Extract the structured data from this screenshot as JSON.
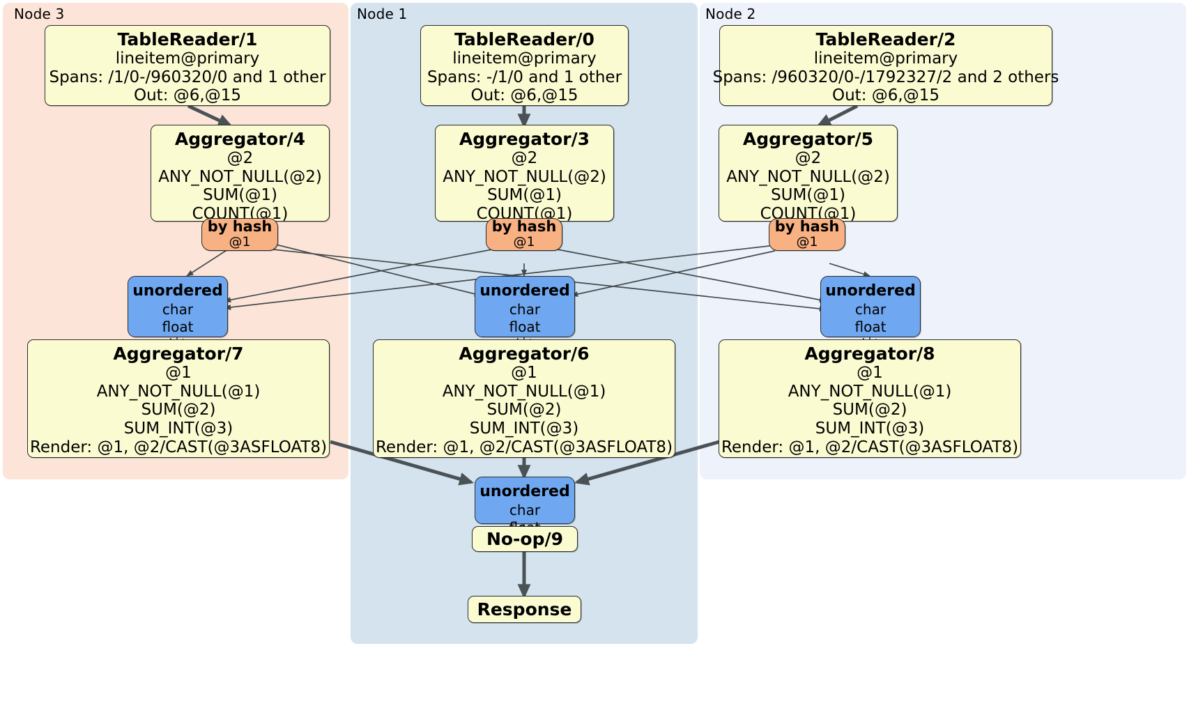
{
  "diagram": {
    "type": "distributed-query-plan",
    "colors": {
      "node3_panel": "#fce5d8",
      "node1_panel": "#d4e3ee",
      "node2_panel": "#eef2fb",
      "processor_box": "#fbfbd2",
      "router": "#f7b183",
      "receiver": "#6fa8f0",
      "edge": "#4b5256"
    }
  },
  "panels": [
    {
      "id": "node3",
      "label": "Node 3"
    },
    {
      "id": "node1",
      "label": "Node 1"
    },
    {
      "id": "node2",
      "label": "Node 2"
    }
  ],
  "readers": {
    "left": {
      "title": "TableReader/1",
      "l1": "lineitem@primary",
      "l2": "Spans: /1/0-/960320/0 and 1 other",
      "l3": "Out: @6,@15"
    },
    "center": {
      "title": "TableReader/0",
      "l1": "lineitem@primary",
      "l2": "Spans: -/1/0 and 1 other",
      "l3": "Out: @6,@15"
    },
    "right": {
      "title": "TableReader/2",
      "l1": "lineitem@primary",
      "l2": "Spans: /960320/0-/1792327/2 and 2 others",
      "l3": "Out: @6,@15"
    }
  },
  "stage1_aggregators": {
    "left": {
      "title": "Aggregator/4",
      "l1": "@2",
      "l2": "ANY_NOT_NULL(@2)",
      "l3": "SUM(@1)",
      "l4": "COUNT(@1)"
    },
    "center": {
      "title": "Aggregator/3",
      "l1": "@2",
      "l2": "ANY_NOT_NULL(@2)",
      "l3": "SUM(@1)",
      "l4": "COUNT(@1)"
    },
    "right": {
      "title": "Aggregator/5",
      "l1": "@2",
      "l2": "ANY_NOT_NULL(@2)",
      "l3": "SUM(@1)",
      "l4": "COUNT(@1)"
    }
  },
  "routers": {
    "left": {
      "title": "by hash",
      "l1": "@1"
    },
    "center": {
      "title": "by hash",
      "l1": "@1"
    },
    "right": {
      "title": "by hash",
      "l1": "@1"
    }
  },
  "receivers": {
    "left": {
      "title": "unordered",
      "l1": "char",
      "l2": "float",
      "l3": "int"
    },
    "center": {
      "title": "unordered",
      "l1": "char",
      "l2": "float",
      "l3": "int"
    },
    "right": {
      "title": "unordered",
      "l1": "char",
      "l2": "float",
      "l3": "int"
    },
    "final": {
      "title": "unordered",
      "l1": "char",
      "l2": "float"
    }
  },
  "stage2_aggregators": {
    "left": {
      "title": "Aggregator/7",
      "l1": "@1",
      "l2": "ANY_NOT_NULL(@1)",
      "l3": "SUM(@2)",
      "l4": "SUM_INT(@3)",
      "l5": "Render: @1, @2/CAST(@3ASFLOAT8)"
    },
    "center": {
      "title": "Aggregator/6",
      "l1": "@1",
      "l2": "ANY_NOT_NULL(@1)",
      "l3": "SUM(@2)",
      "l4": "SUM_INT(@3)",
      "l5": "Render: @1, @2/CAST(@3ASFLOAT8)"
    },
    "right": {
      "title": "Aggregator/8",
      "l1": "@1",
      "l2": "ANY_NOT_NULL(@1)",
      "l3": "SUM(@2)",
      "l4": "SUM_INT(@3)",
      "l5": "Render: @1, @2/CAST(@3ASFLOAT8)"
    }
  },
  "noop": {
    "title": "No-op/9"
  },
  "response": {
    "title": "Response"
  }
}
